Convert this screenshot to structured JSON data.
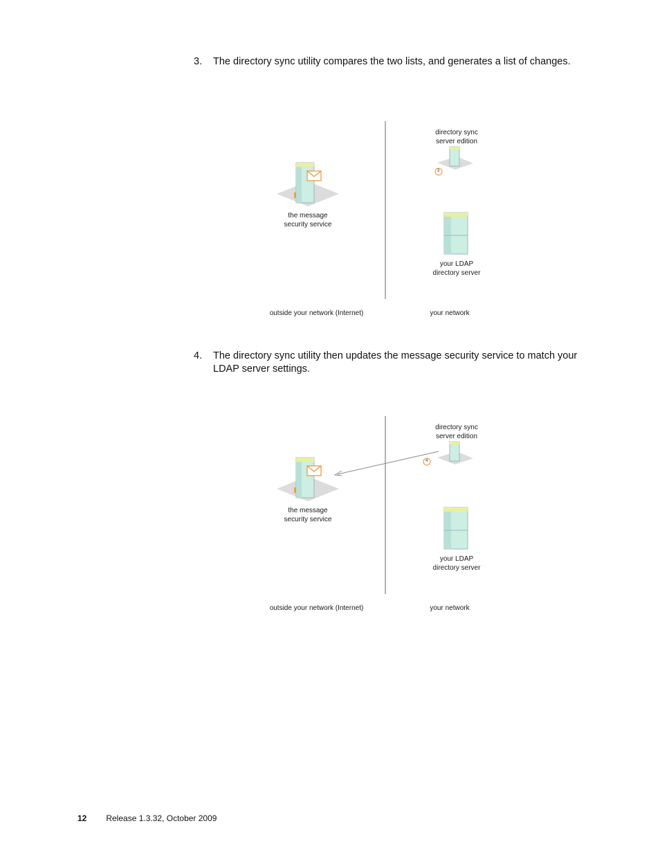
{
  "steps": [
    {
      "number": "3.",
      "text": "The directory sync utility compares the two lists, and generates a list of changes.",
      "diagram": {
        "message_label": "the message security service",
        "dsync_label": "directory sync server edition",
        "ldap_label": "your LDAP directory server",
        "outside_label": "outside your network (Internet)",
        "network_label": "your network",
        "step_marker": "3"
      }
    },
    {
      "number": "4.",
      "text": "The directory sync utility then updates the message security service to match your LDAP server settings.",
      "diagram": {
        "message_label": "the message security service",
        "dsync_label": "directory sync server edition",
        "ldap_label": "your LDAP directory server",
        "outside_label": "outside your network (Internet)",
        "network_label": "your network",
        "step_marker": "4"
      }
    }
  ],
  "footer": {
    "page_number": "12",
    "release": "Release 1.3.32, October 2009"
  },
  "colors": {
    "server_body": "#cdeee2",
    "envelope": "#e8923a",
    "divider": "#555555",
    "platform": "#d8d8d8"
  }
}
